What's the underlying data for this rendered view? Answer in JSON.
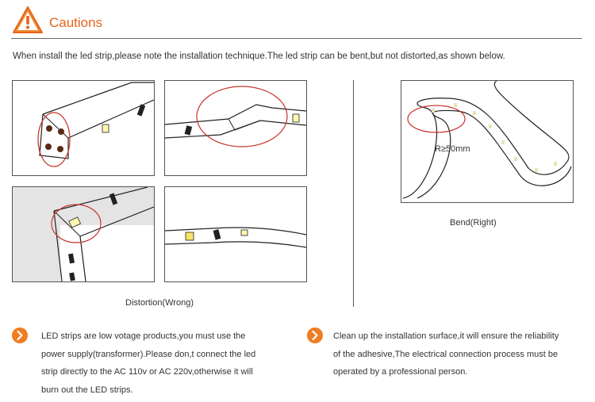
{
  "header": {
    "title": "Cautions",
    "accent_color": "#e8631c",
    "icon": "warning-triangle-icon"
  },
  "intro_text": "When install the led strip,please note the installation technique.The led strip can be bent,but not distorted,as shown below.",
  "figures": {
    "wrong_caption": "Distortion(Wrong)",
    "right_caption": "Bend(Right)",
    "radius_label": "R≥50mm"
  },
  "notes": [
    {
      "icon": "chevron-right-circle-icon",
      "lines": [
        "LED strips are low votage products,you must use the",
        "power supply(transformer).Please don,t connect the led",
        "strip directly to the AC 110v or AC 220v,otherwise it will",
        "burn out the LED strips."
      ]
    },
    {
      "icon": "chevron-right-circle-icon",
      "lines": [
        "Clean up the installation surface,it will ensure the reliability",
        "of the adhesive,The electrical connection process must be",
        "operated by a professional person."
      ]
    }
  ]
}
